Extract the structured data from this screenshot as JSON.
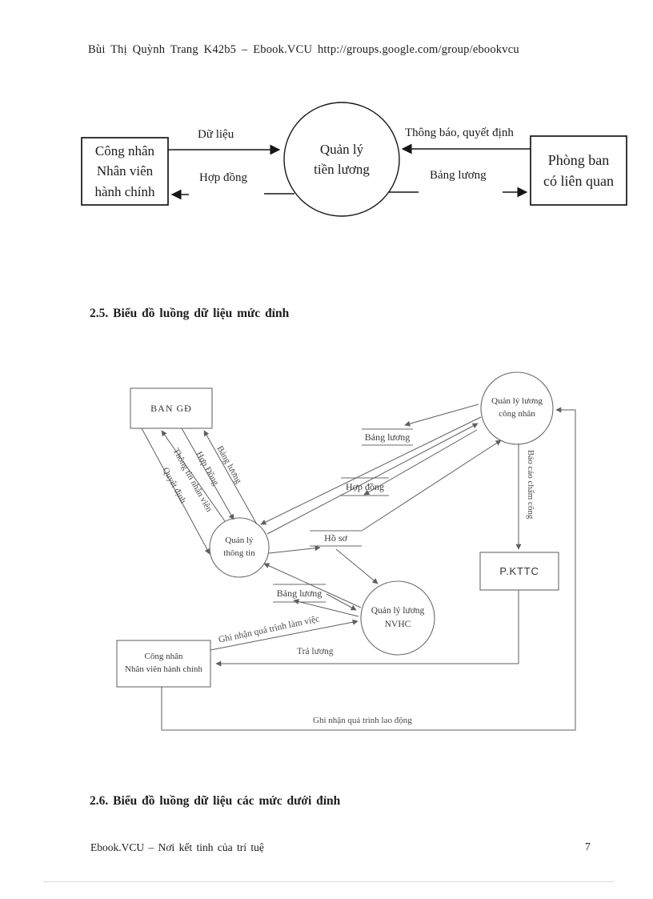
{
  "colors": {
    "ink": "#161616",
    "diagram_line": "#5f5f5f",
    "label_gray": "#4a4a4a",
    "paper": "#ffffff"
  },
  "header": {
    "text": "Bùi Thị Quỳnh Trang K42b5 – Ebook.VCU http://groups.google.com/group/ebookvcu"
  },
  "footer": {
    "left": "Ebook.VCU – Nơi kết tinh  của trí tuệ",
    "page_number": "7"
  },
  "headings": {
    "s25": "2.5. Biểu đồ luồng dữ liệu mức đỉnh",
    "s26": "2.6. Biểu đồ luồng dữ liệu các mức dưới đỉnh"
  },
  "context_diagram": {
    "left_entity_line1": "Công nhân",
    "left_entity_line2": "Nhân viên",
    "left_entity_line3": "hành chính",
    "process_line1": "Quản lý",
    "process_line2": "tiền lương",
    "right_entity_line1": "Phòng ban",
    "right_entity_line2": "có liên  quan",
    "flow_data": "Dữ liệu",
    "flow_contract": "Hợp đồng",
    "flow_notice": "Thông  báo, quyết  định",
    "flow_payroll": "Bảng lương"
  },
  "dfd": {
    "node_ban_gd": "BAN GĐ",
    "node_ql_cn_line1": "Quản lý lương",
    "node_ql_cn_line2": "công nhân",
    "node_ql_tt_line1": "Quản lý",
    "node_ql_tt_line2": "thông tin",
    "node_nvhc_line1": "Quản lý lương",
    "node_nvhc_line2": "NVHC",
    "node_pkttc": "P.KTTC",
    "node_cn_line1": "Công nhân",
    "node_cn_line2": "Nhân viên hành chính",
    "store_payroll_top": "Bảng lương",
    "store_contract": "Hợp đồng",
    "store_records": "Hồ sơ",
    "store_payroll_bottom": "Bảng lương",
    "flow_decision": "Quyết định",
    "flow_employee_info": "Thông tin nhân viên",
    "flow_contract": "Hợp Đồng",
    "flow_payroll": "Bảng lương",
    "flow_attendance_report": "Báo cáo chấm công",
    "flow_work_record": "Ghi nhận quá trình làm việc",
    "flow_pay_salary": "Trả lương",
    "flow_labor_record": "Ghi nhận quá trình lao động"
  }
}
